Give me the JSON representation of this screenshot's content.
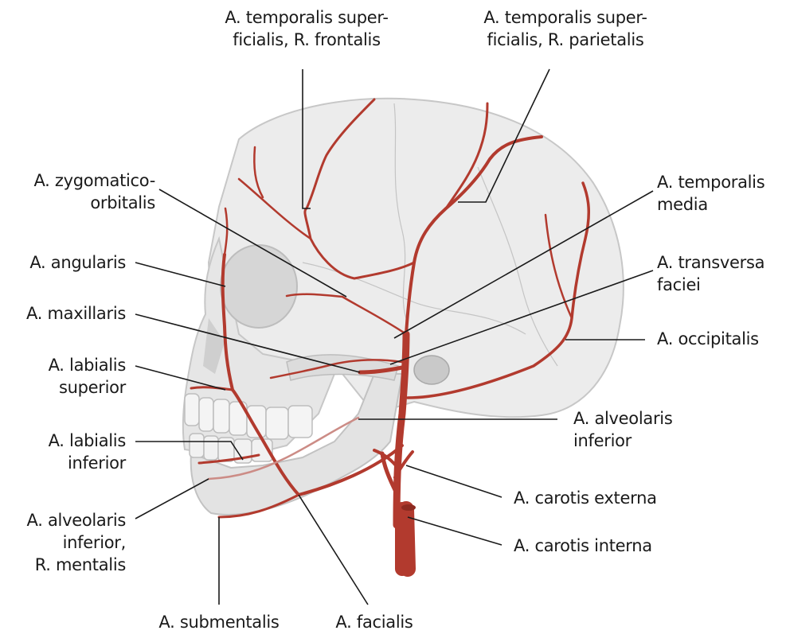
{
  "labels": {
    "temporalis_frontalis": "A. temporalis super-\nficialis, R. frontalis",
    "temporalis_parietalis": "A. temporalis super-\nficialis, R. parietalis",
    "zygomatico_orbitalis": "A. zygomatico-\norbitalis",
    "angularis": "A. angularis",
    "maxillaris": "A. maxillaris",
    "labialis_superior": "A. labialis\nsuperior",
    "labialis_inferior": "A. labialis\ninferior",
    "alveolaris_inferior_mentalis": "A. alveolaris\ninferior,\nR. mentalis",
    "submentalis": "A. submentalis",
    "facialis": "A. facialis",
    "temporalis_media": "A. temporalis\nmedia",
    "transversa_faciei": "A. transversa\nfaciei",
    "occipitalis": "A. occipitalis",
    "alveolaris_inferior": "A. alveolaris\ninferior",
    "carotis_externa": "A. carotis externa",
    "carotis_interna": "A. carotis interna"
  },
  "colors": {
    "artery": "#b23a2e",
    "bone": "#e9e9e9",
    "bone_shadow": "#cfcfcf",
    "leader": "#1a1a1a"
  }
}
